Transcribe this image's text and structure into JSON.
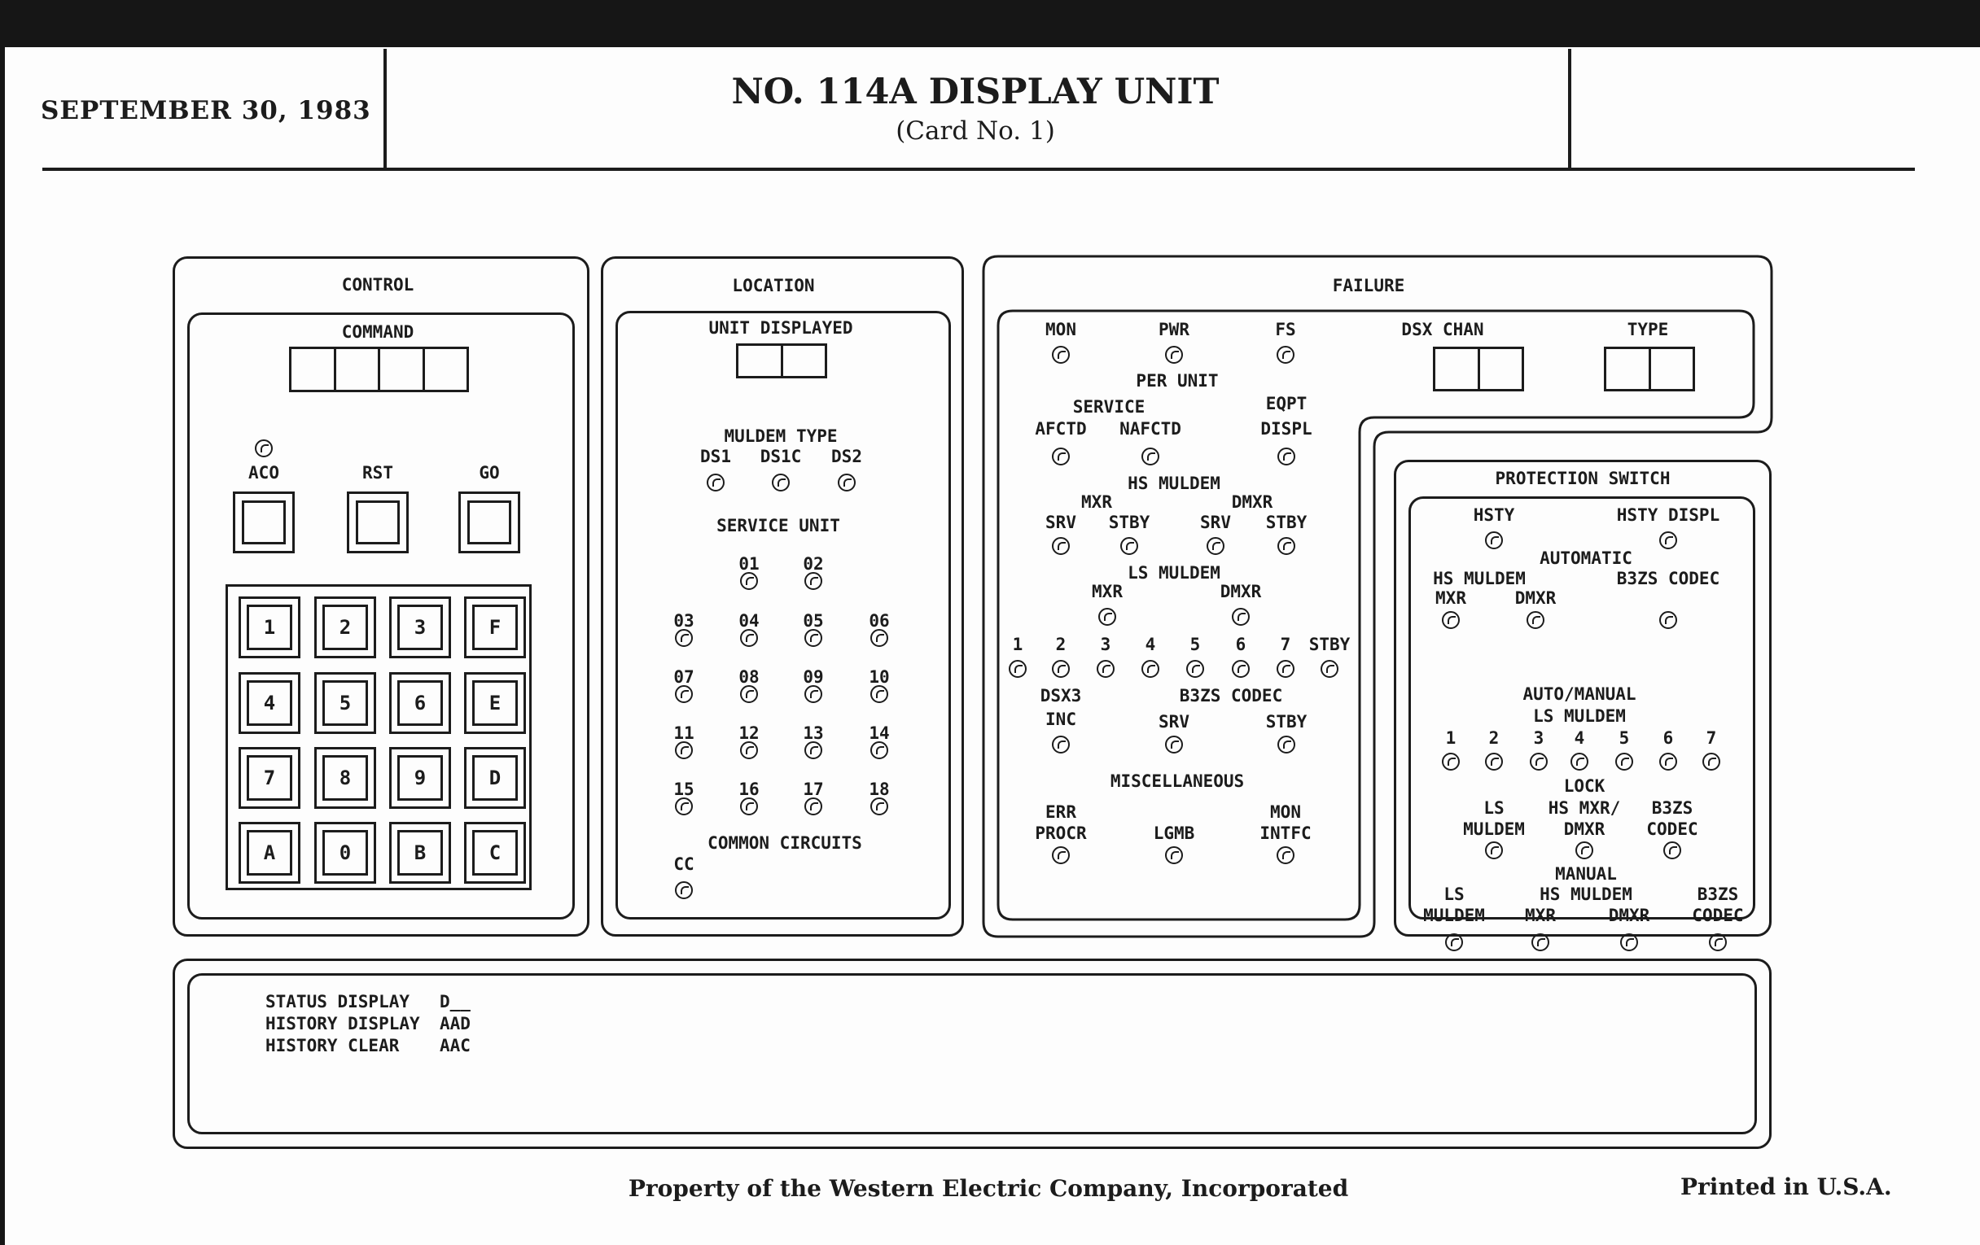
{
  "header": {
    "date": "SEPTEMBER 30, 1983",
    "title": "NO. 114A DISPLAY UNIT",
    "subtitle": "(Card No. 1)"
  },
  "control": {
    "title": "CONTROL",
    "command": "COMMAND",
    "aco": "ACO",
    "rst": "RST",
    "go": "GO",
    "keys": [
      "1",
      "2",
      "3",
      "F",
      "4",
      "5",
      "6",
      "E",
      "7",
      "8",
      "9",
      "D",
      "A",
      "0",
      "B",
      "C"
    ]
  },
  "location": {
    "title": "LOCATION",
    "unit_displayed": "UNIT DISPLAYED",
    "muldem_type": "MULDEM TYPE",
    "muldem_types": [
      "DS1",
      "DS1C",
      "DS2"
    ],
    "service_unit": "SERVICE UNIT",
    "service_units": [
      "01",
      "02",
      "03",
      "04",
      "05",
      "06",
      "07",
      "08",
      "09",
      "10",
      "11",
      "12",
      "13",
      "14",
      "15",
      "16",
      "17",
      "18"
    ],
    "common_circuits": "COMMON CIRCUITS",
    "cc": "CC"
  },
  "failure": {
    "title": "FAILURE",
    "mon": "MON",
    "pwr": "PWR",
    "fs": "FS",
    "dsx_chan": "DSX CHAN",
    "type": "TYPE",
    "per_unit": "PER UNIT",
    "service": "SERVICE",
    "afctd": "AFCTD",
    "nafctd": "NAFCTD",
    "eqpt": "EQPT",
    "displ": "DISPL",
    "hs_muldem": "HS MULDEM",
    "mxr": "MXR",
    "dmxr": "DMXR",
    "srv": "SRV",
    "stby": "STBY",
    "ls_muldem": "LS MULDEM",
    "ls_numbers": [
      "1",
      "2",
      "3",
      "4",
      "5",
      "6",
      "7",
      "STBY"
    ],
    "dsx3": "DSX3",
    "inc": "INC",
    "b3zs_codec": "B3ZS CODEC",
    "miscellaneous": "MISCELLANEOUS",
    "err": "ERR",
    "procr": "PROCR",
    "lgmb": "LGMB",
    "mon2": "MON",
    "intfc": "INTFC"
  },
  "protection": {
    "title": "PROTECTION SWITCH",
    "hsty": "HSTY",
    "hsty_displ": "HSTY DISPL",
    "automatic": "AUTOMATIC",
    "hs_muldem": "HS MULDEM",
    "mxr": "MXR",
    "dmxr": "DMXR",
    "b3zs_codec": "B3ZS CODEC",
    "auto_manual": "AUTO/MANUAL",
    "ls_muldem": "LS MULDEM",
    "ls_numbers": [
      "1",
      "2",
      "3",
      "4",
      "5",
      "6",
      "7"
    ],
    "lock": "LOCK",
    "ls": "LS",
    "muldem": "MULDEM",
    "hs_mxr_dmxr_1": "HS MXR/",
    "hs_mxr_dmxr_2": "DMXR",
    "b3zs": "B3ZS",
    "codec": "CODEC",
    "manual": "MANUAL"
  },
  "legend": {
    "rows": [
      {
        "name": "STATUS DISPLAY",
        "code": "D__"
      },
      {
        "name": "HISTORY DISPLAY",
        "code": "AAD"
      },
      {
        "name": "HISTORY CLEAR",
        "code": "AAC"
      }
    ]
  },
  "footer": {
    "property": "Property of the Western Electric Company, Incorporated",
    "printed": "Printed in U.S.A."
  }
}
